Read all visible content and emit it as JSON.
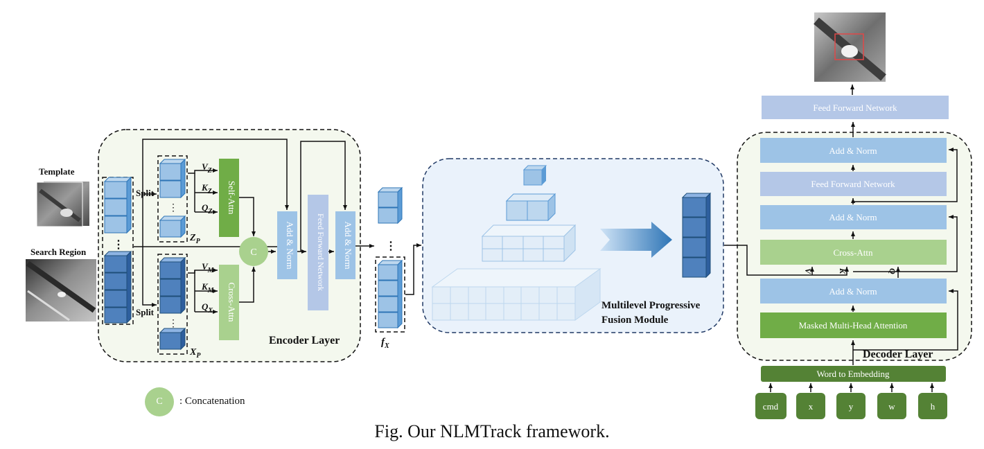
{
  "caption": "Fig.  Our NLMTrack framework.",
  "inputs": {
    "template_label": "Template",
    "search_label": "Search Region"
  },
  "encoder": {
    "title": "Encoder Layer",
    "split_top": "Split",
    "split_bottom": "Split",
    "zp_label": "Z_P",
    "xp_label": "X_P",
    "self_attn": "Self-Attn",
    "cross_attn": "Cross-Attn",
    "add_norm_1": "Add & Norm",
    "ffn": "Feed Forward Network",
    "add_norm_2": "Add & Norm",
    "concat_symbol": "C",
    "vz": "V_Z",
    "kz": "K_Z",
    "qz": "Q_Z",
    "vm": "V_M",
    "km": "K_M",
    "qx": "Q_X",
    "dots": "⋮"
  },
  "fx_label": "f_X",
  "fusion": {
    "title_line1": "Multilevel Progressive",
    "title_line2": "Fusion Module"
  },
  "decoder": {
    "title": "Decoder Layer",
    "ffn_top": "Feed Forward Network",
    "add_norm_top": "Add & Norm",
    "ffn": "Feed Forward Network",
    "add_norm_mid": "Add & Norm",
    "cross_attn": "Cross-Attn",
    "add_norm_bottom": "Add & Norm",
    "masked_attn": "Masked Multi-Head Attention",
    "word_embedding": "Word to Embedding",
    "v": "V",
    "k": "K",
    "q": "Q",
    "tokens": [
      "cmd",
      "x",
      "y",
      "w",
      "h"
    ]
  },
  "legend": {
    "symbol": "C",
    "text": ": Concatenation"
  },
  "colors": {
    "green_dark": "#548235",
    "green_light": "#a9d18e",
    "blue_light": "#9dc3e6",
    "blue_mid": "#5b9bd5",
    "lavender": "#8faadc",
    "panel_bg": "#f4f8ee",
    "fusion_bg": "#eaf2fb"
  }
}
